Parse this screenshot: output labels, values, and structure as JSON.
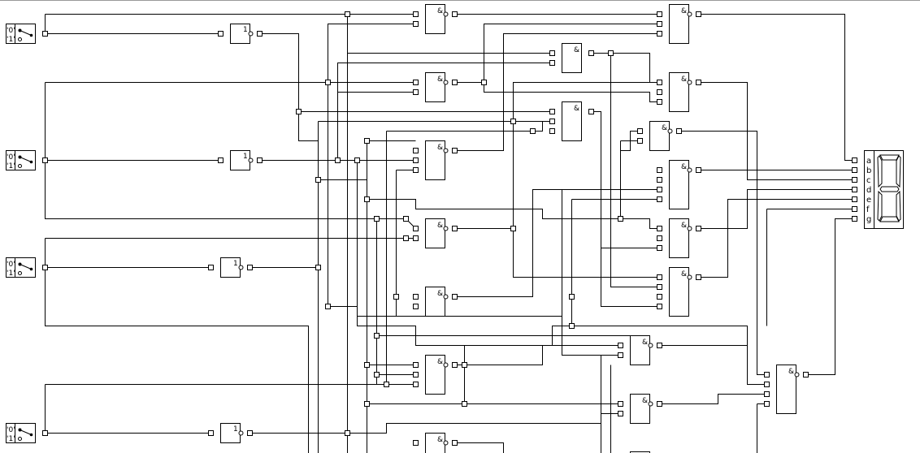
{
  "inputs": [
    {
      "label_zero": "'0'",
      "label_one": "'1'"
    },
    {
      "label_zero": "'0'",
      "label_one": "'1'"
    },
    {
      "label_zero": "'0'",
      "label_one": "'1'"
    },
    {
      "label_zero": "'0'",
      "label_one": "'1'"
    }
  ],
  "gate_symbols": {
    "not": "1",
    "and": "&"
  },
  "display": {
    "segments": [
      "a",
      "b",
      "c",
      "d",
      "e",
      "f",
      "g"
    ]
  },
  "colors": {
    "wire": "#000000",
    "background": "#ffffff"
  }
}
